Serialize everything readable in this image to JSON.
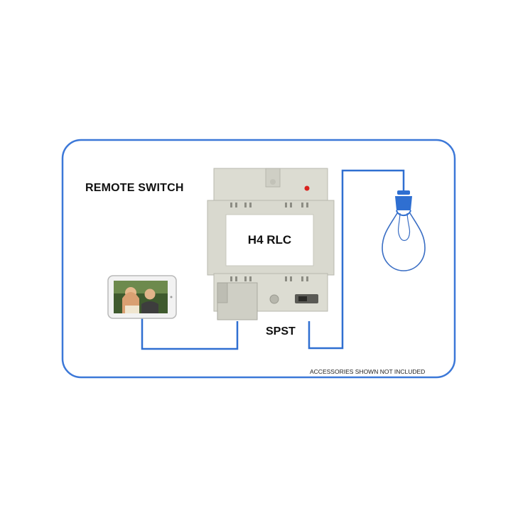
{
  "labels": {
    "remote_switch": "REMOTE SWITCH",
    "module_name": "H4 RLC",
    "spst": "SPST",
    "note": "ACCESSORIES SHOWN NOT INCLUDED"
  },
  "colors": {
    "wire": "#2f6fd1",
    "frame": "#3c78d8",
    "module_body": "#dcdcd2",
    "indicator": "#d9231f",
    "bulb_socket": "#2f6fd1",
    "bulb_outline": "#3a6ec4"
  },
  "icons": {
    "monitor": "video-monitor-icon",
    "bulb": "light-bulb-icon",
    "module": "relay-module-icon"
  }
}
